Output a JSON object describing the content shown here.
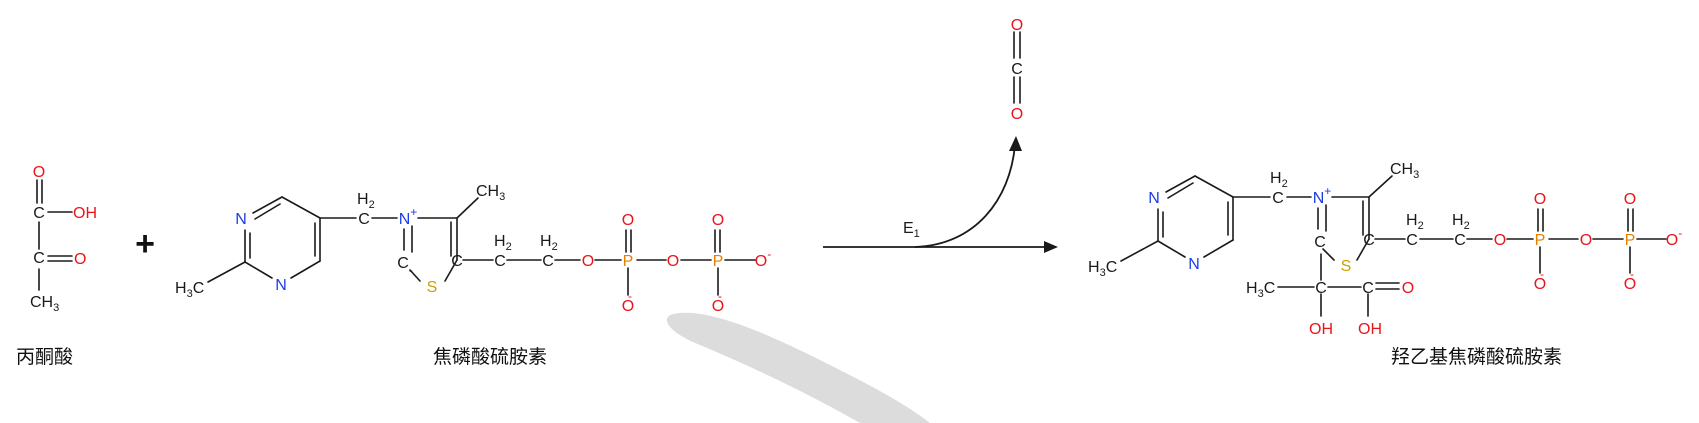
{
  "colors": {
    "bond": "#1a1a1a",
    "carbon": "#1a1a1a",
    "oxygen": "#e8161c",
    "nitrogen": "#1a3de6",
    "sulfur": "#c9a100",
    "phosphorus": "#e67e00"
  },
  "reaction": {
    "plus_sign": "+",
    "enzyme": {
      "main": "E",
      "sub": "1"
    },
    "byproduct_atoms": [
      "O",
      "C",
      "O"
    ]
  },
  "compounds": {
    "pyruvate": {
      "name": "丙酮酸",
      "atoms": {
        "o_top": "O",
        "c1": "C",
        "oh": "OH",
        "c2": "C",
        "o_keto": "O",
        "ch3": "CH",
        "ch3_sub": "3"
      }
    },
    "tpp": {
      "name": "焦磷酸硫胺素",
      "atoms": {
        "n1": "N",
        "n3": "N",
        "h3c": "H",
        "h3c_sub": "3",
        "h3c_c": "C",
        "ch2_h": "H",
        "ch2_sub": "2",
        "ch2_c": "C",
        "n_plus": "N",
        "plus": "+",
        "c_minus": "C",
        "minus": "-",
        "s": "S",
        "ch3": "CH",
        "ch3_sub": "3",
        "c5": "C",
        "e1_h": "H",
        "e1_sub": "2",
        "e1_c": "C",
        "e2_h": "H",
        "e2_sub": "2",
        "e2_c": "C",
        "o_link": "O",
        "p1": "P",
        "o_mid": "O",
        "p2": "P",
        "p1_o_top": "O",
        "p1_o_bot": "O",
        "p2_o_top": "O",
        "p2_o_bot": "O",
        "p2_o_end": "O"
      }
    },
    "hydroxyethyl_tpp": {
      "name": "羟乙基焦磷酸硫胺素",
      "atoms": {
        "n1": "N",
        "n3": "N",
        "h3c": "H",
        "h3c_sub": "3",
        "h3c_c": "C",
        "ch2_h": "H",
        "ch2_sub": "2",
        "ch2_c": "C",
        "n_plus": "N",
        "plus": "+",
        "c2": "C",
        "s": "S",
        "ch3": "CH",
        "ch3_sub": "3",
        "c5": "C",
        "e1_h": "H",
        "e1_sub": "2",
        "e1_c": "C",
        "e2_h": "H",
        "e2_sub": "2",
        "e2_c": "C",
        "o_link": "O",
        "p1": "P",
        "o_mid": "O",
        "p2": "P",
        "p1_o_top": "O",
        "p1_o_bot": "O",
        "p2_o_top": "O",
        "p2_o_bot": "O",
        "p2_o_end": "O",
        "h3c_side": "H",
        "h3c_side_sub": "3",
        "h3c_side_c": "C",
        "ca": "C",
        "cooh_c": "C",
        "cooh_o": "O",
        "oh1": "OH",
        "oh2": "OH"
      }
    }
  }
}
